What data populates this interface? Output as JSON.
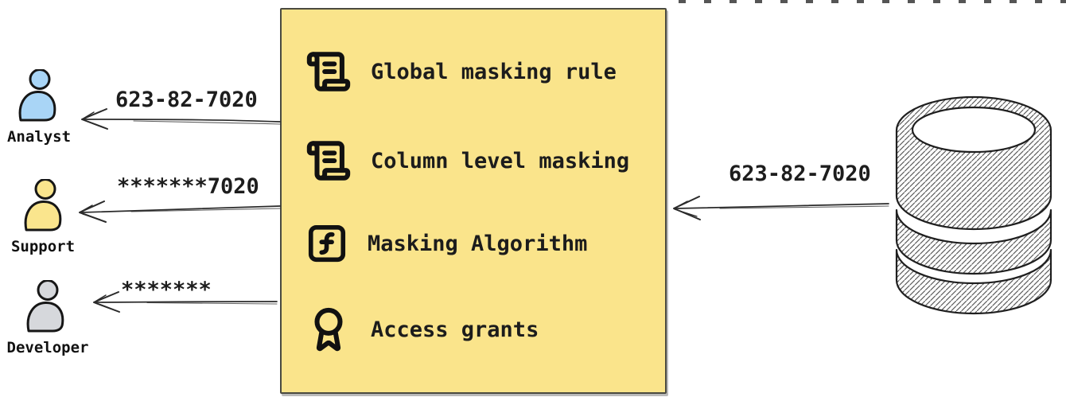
{
  "masking_box": {
    "background": "#FAE48B",
    "items": [
      {
        "icon": "scroll-text-icon",
        "label": "Global masking rule"
      },
      {
        "icon": "scroll-text-icon",
        "label": "Column level masking"
      },
      {
        "icon": "function-square-icon",
        "label": "Masking Algorithm"
      },
      {
        "icon": "award-icon",
        "label": "Access grants"
      }
    ]
  },
  "users": [
    {
      "name": "Analyst",
      "received_value": "623-82-7020",
      "color": "#A9D5F6"
    },
    {
      "name": "Support",
      "received_value": "*******7020",
      "color": "#FAE58D"
    },
    {
      "name": "Developer",
      "received_value": "*******",
      "color": "#D6D8DC"
    }
  ],
  "database": {
    "icon": "database-icon",
    "outgoing_value": "623-82-7020"
  }
}
